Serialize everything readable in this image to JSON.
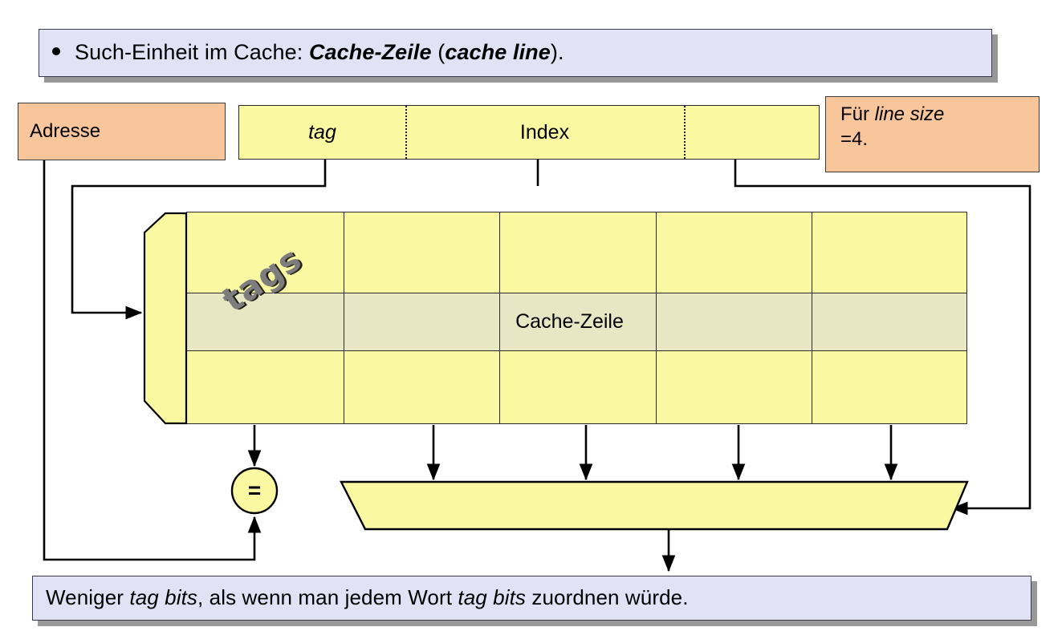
{
  "slide": {
    "title_bullet": {
      "bullet_glyph": "•",
      "text_plain": "Such-Einheit im Cache: Cache-Zeile (cache line).",
      "lead": "Such-Einheit im Cache: ",
      "bold_italic": "Cache-Zeile",
      "paren_open": " (",
      "bold_italic_2": "cache line",
      "paren_close": ").",
      "bg_color": "#e2e2f6",
      "shadow_color": "#989898"
    },
    "footer_note": {
      "lead": "Weniger ",
      "italic_1": "tag bits",
      "mid": ", als wenn man jedem Wort ",
      "italic_2": "tag bits",
      "tail": " zuordnen würde.",
      "text_plain": "Weniger tag bits, als wenn man jedem Wort tag bits zuordnen würde.",
      "bg_color": "#e2e2f6"
    }
  },
  "labels": {
    "adresse": "Adresse",
    "line_size_note_line1_lead": "Für ",
    "line_size_note_line1_italic": "line size",
    "line_size_note_line2": "=4.",
    "line_size_note_plain": "Für line size =4.",
    "orange_color": "#f9c69c"
  },
  "address_field": {
    "segments": [
      {
        "name": "tag",
        "label": "tag",
        "italic": true
      },
      {
        "name": "index",
        "label": "Index",
        "italic": false
      },
      {
        "name": "offset",
        "label": "",
        "italic": false
      }
    ],
    "fill_color": "#faf8a0",
    "divider_style": "dotted"
  },
  "cache_array": {
    "columns": 5,
    "rows": 3,
    "highlighted_row_index": 1,
    "highlighted_row_label": "Cache-Zeile",
    "tags_label": "tags",
    "fill_color": "#faf8a0",
    "highlight_color": "#e7e7c4"
  },
  "comparator": {
    "symbol": "=",
    "name": "tag-comparator"
  },
  "multiplexer": {
    "name": "word-select-mux",
    "inputs": 4,
    "select_source": "offset"
  }
}
